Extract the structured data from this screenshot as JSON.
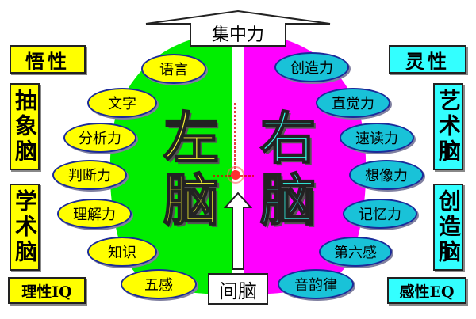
{
  "top_label": "集中力",
  "bottom_label": "间脑",
  "left_brain": {
    "line1": "左",
    "line2": "脑"
  },
  "right_brain": {
    "line1": "右",
    "line2": "脑"
  },
  "left_boxes": {
    "top": "悟性",
    "upper": "抽象脑",
    "lower": "学术脑",
    "bottom": "理性IQ"
  },
  "right_boxes": {
    "top": "灵性",
    "upper": "艺术脑",
    "lower": "创造脑",
    "bottom": "感性EQ"
  },
  "left_items": [
    "语言",
    "文字",
    "分析力",
    "判断力",
    "理解力",
    "知识",
    "五感"
  ],
  "right_items": [
    "创造力",
    "直觉力",
    "速读力",
    "想像力",
    "记忆力",
    "第六感",
    "音韵律"
  ],
  "colors": {
    "left_hemisphere": "#00ee00",
    "right_hemisphere": "#ff00ff",
    "left_pill": "#ffff00",
    "right_pill": "#19c2d8",
    "box_yellow": "#ffff00",
    "box_cyan": "#33ffff",
    "focus_line": "#dd0000"
  }
}
